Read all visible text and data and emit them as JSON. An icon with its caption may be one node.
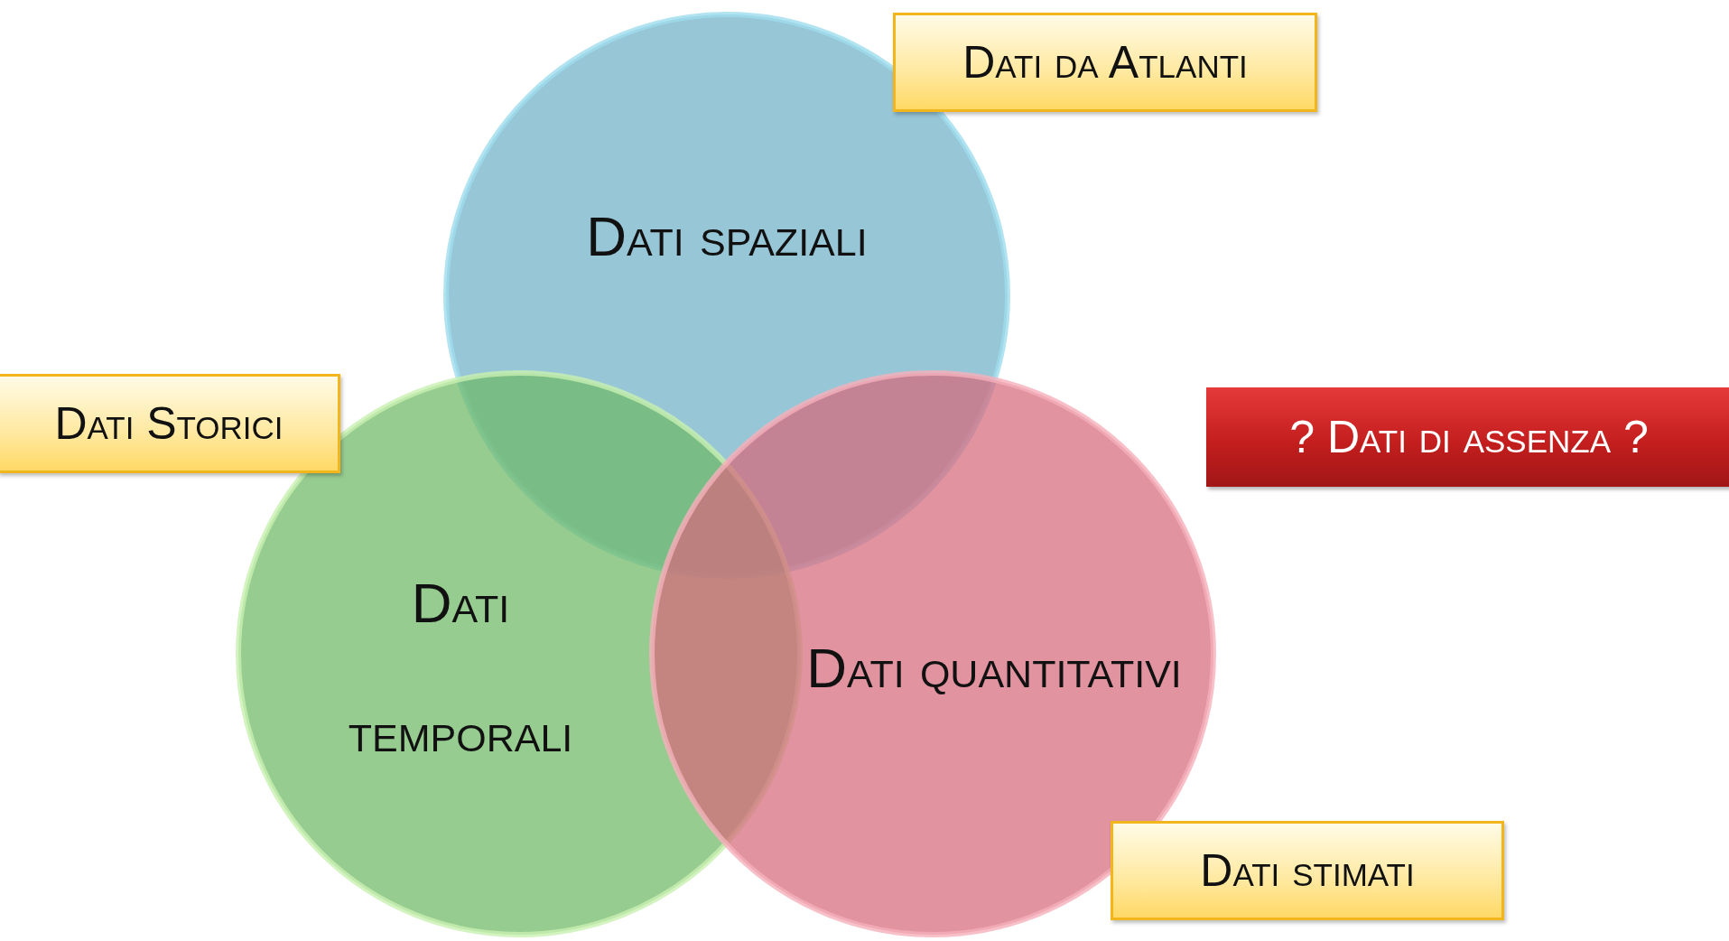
{
  "diagram": {
    "nodes": [
      {
        "text": [
          "Dati spaziali"
        ]
      },
      {
        "text": [
          "Dati da Atlanti"
        ]
      },
      {
        "text": [
          "Dati Storici"
        ]
      },
      {
        "text": [
          "? Dati di assenza ?"
        ]
      },
      {
        "text": [
          "Dati temporali"
        ]
      },
      {
        "text": [
          "Dati quantitativi"
        ]
      },
      {
        "text": [
          "Dati stimati"
        ]
      }
    ]
  }
}
